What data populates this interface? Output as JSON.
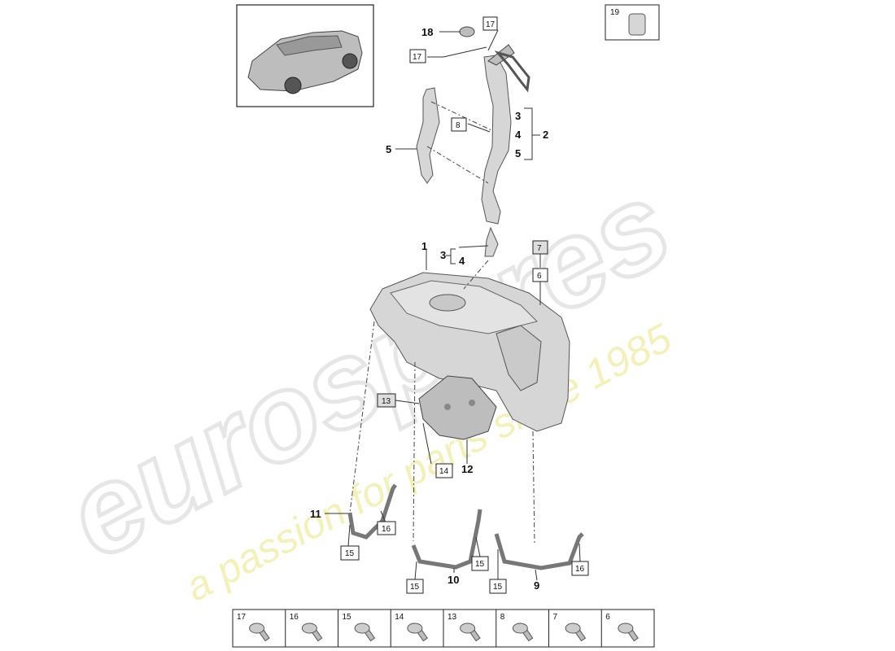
{
  "watermark": {
    "brand": "eurospares",
    "tagline": "a passion for parts since 1985"
  },
  "callouts": {
    "c1": "1",
    "c2": "2",
    "c3a": "3",
    "c4a": "4",
    "c5a": "5",
    "c3b": "3",
    "c4b": "4",
    "c5b": "5",
    "c9": "9",
    "c10": "10",
    "c11": "11",
    "c12": "12",
    "c18": "18"
  },
  "boxed_callouts": {
    "b17a": "17",
    "b17b": "17",
    "b8": "8",
    "b7": "7",
    "b6": "6",
    "b13": "13",
    "b14": "14",
    "b16a": "16",
    "b15a": "15",
    "b15b": "15",
    "b15c": "15",
    "b15d": "15",
    "b16b": "16",
    "b19": "19"
  },
  "parts_strip": [
    {
      "num": "17",
      "icon": "bolt-flange-icon"
    },
    {
      "num": "16",
      "icon": "bolt-long-icon"
    },
    {
      "num": "15",
      "icon": "bolt-washer-icon"
    },
    {
      "num": "14",
      "icon": "nut-icon"
    },
    {
      "num": "13",
      "icon": "grommet-icon"
    },
    {
      "num": "8",
      "icon": "clip-icon"
    },
    {
      "num": "7",
      "icon": "clip-double-icon"
    },
    {
      "num": "6",
      "icon": "connector-icon"
    }
  ]
}
